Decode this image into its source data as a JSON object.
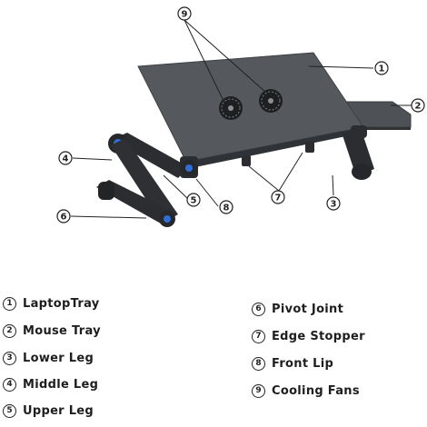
{
  "colors": {
    "tray": "#55585c",
    "tray_edge": "#3d4043",
    "arm": "#2b2d30",
    "pivot_accent": "#2f6fd6",
    "callout_line": "#222222"
  },
  "callouts": [
    {
      "number": "1",
      "target": "laptop-tray"
    },
    {
      "number": "2",
      "target": "mouse-tray"
    },
    {
      "number": "3",
      "target": "lower-leg"
    },
    {
      "number": "4",
      "target": "middle-leg"
    },
    {
      "number": "5",
      "target": "upper-leg"
    },
    {
      "number": "6",
      "target": "pivot-joint"
    },
    {
      "number": "7",
      "target": "edge-stopper"
    },
    {
      "number": "8",
      "target": "front-lip"
    },
    {
      "number": "9",
      "target": "cooling-fans"
    }
  ],
  "legend": {
    "left": [
      {
        "number": "1",
        "label": "LaptopTray"
      },
      {
        "number": "2",
        "label": "Mouse Tray"
      },
      {
        "number": "3",
        "label": "Lower Leg"
      },
      {
        "number": "4",
        "label": "Middle Leg"
      },
      {
        "number": "5",
        "label": "Upper Leg"
      }
    ],
    "right": [
      {
        "number": "6",
        "label": "Pivot Joint"
      },
      {
        "number": "7",
        "label": "Edge Stopper"
      },
      {
        "number": "8",
        "label": "Front Lip"
      },
      {
        "number": "9",
        "label": "Cooling Fans"
      }
    ]
  }
}
